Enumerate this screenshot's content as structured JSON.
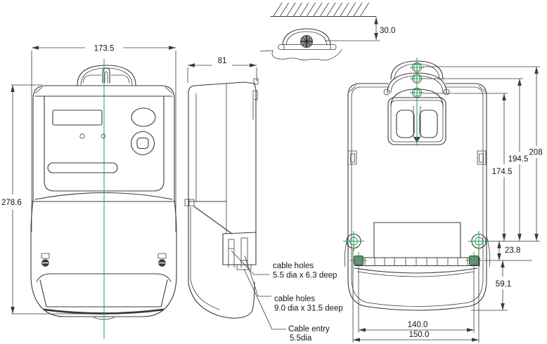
{
  "title": "meter-outline-dimension-drawing",
  "colors": {
    "line": "#3a3a3a",
    "centerline": "#1fa24f",
    "text": "#141414"
  },
  "views": {
    "front": {
      "dim_width": "173.5",
      "dim_height": "278.6"
    },
    "side": {
      "dim_depth": "81"
    },
    "mounting_detail": {
      "dim_wall_offset": "30.0"
    },
    "back": {
      "dim_overall_height": "208",
      "dim_mid_hook_height": "194.5",
      "dim_lower_hook_height": "174.5",
      "dim_hole_to_terminal": "23.8",
      "dim_terminal_to_bottom": "59.1",
      "dim_screw_span": "140.0",
      "dim_fixing_span": "150.0"
    }
  },
  "annotations": {
    "cable_holes_small": {
      "line1": "cable holes",
      "line2": "5.5 dia x 6.3 deep"
    },
    "cable_holes_large": {
      "line1": "cable holes",
      "line2": "9.0 dia x 31.5 deep"
    },
    "cable_entry": {
      "line1": "Cable entry",
      "line2": "5.5dia"
    }
  }
}
